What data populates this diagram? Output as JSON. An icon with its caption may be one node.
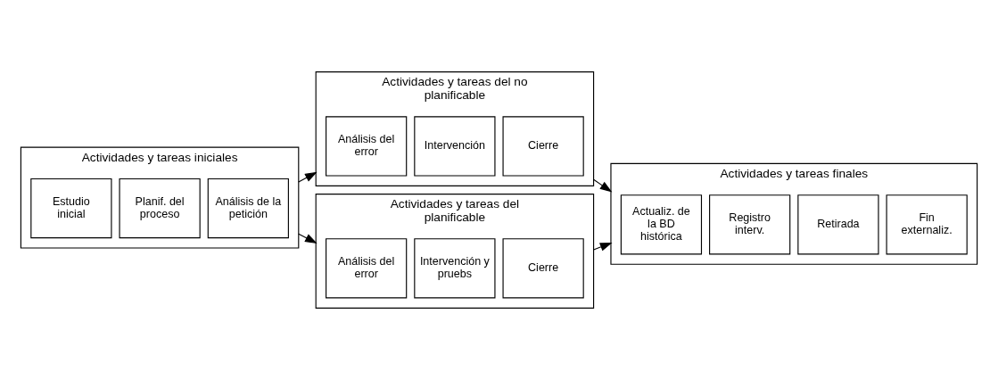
{
  "diagram": {
    "nodes": [
      {
        "text": [
          "Actividades y tareas iniciales"
        ]
      },
      {
        "text": [
          "Estudio inicial"
        ],
        "in": 0
      },
      {
        "text": [
          "Planif. del proceso"
        ],
        "in": 0
      },
      {
        "text": [
          "Análisis de la petición"
        ],
        "in": 0
      },
      {
        "text": [
          "Actividades y tareas del no planificable"
        ]
      },
      {
        "text": [
          "Análisis del error"
        ],
        "in": 4
      },
      {
        "text": [
          "Intervención"
        ],
        "in": 4
      },
      {
        "text": [
          "Cierre"
        ],
        "in": 4
      },
      {
        "text": [
          "Actividades y tareas del planificable"
        ]
      },
      {
        "text": [
          "Análisis del error"
        ],
        "in": 8
      },
      {
        "text": [
          "Intervención y pruebs"
        ],
        "in": 8
      },
      {
        "text": [
          "Cierre"
        ],
        "in": 8
      },
      {
        "text": [
          "Actividades y tareas finales"
        ]
      },
      {
        "text": [
          "Actualiz. de la BD histórica"
        ],
        "in": 12
      },
      {
        "text": [
          "Registro interv."
        ],
        "in": 12
      },
      {
        "text": [
          "Retirada"
        ],
        "in": 12
      },
      {
        "text": [
          "Fin externaliz."
        ],
        "in": 12
      }
    ],
    "edges": [
      {
        "from": 0,
        "to": 4,
        "arrow": "to"
      },
      {
        "from": 0,
        "to": 8,
        "arrow": "to"
      },
      {
        "from": 4,
        "to": 12,
        "arrow": "to"
      },
      {
        "from": 8,
        "to": 12,
        "arrow": "to"
      }
    ]
  }
}
